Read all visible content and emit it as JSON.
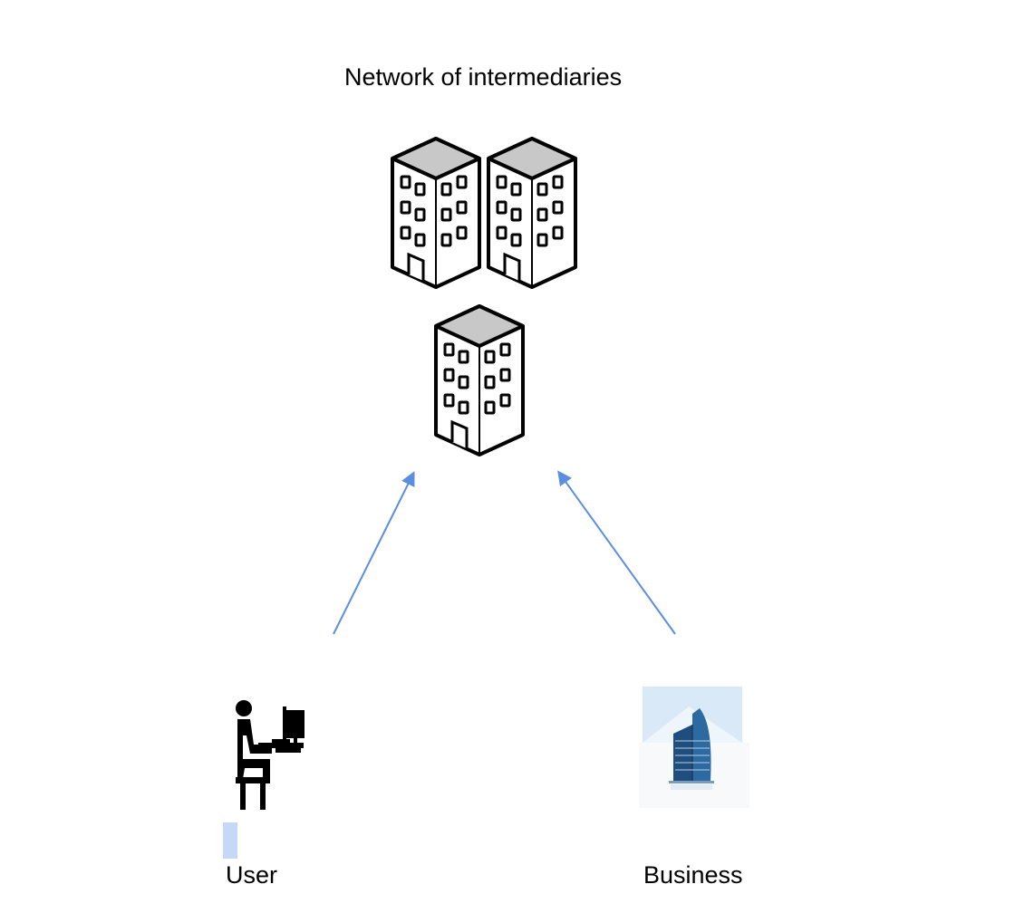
{
  "diagram": {
    "title": "Network of intermediaries",
    "nodes": {
      "intermediaries": {
        "icon": "office-building-icon",
        "count": 3
      },
      "user": {
        "label": "User",
        "icon": "person-at-computer-icon"
      },
      "business": {
        "label": "Business",
        "icon": "skyscraper-icon"
      }
    },
    "edges": [
      {
        "from": "user",
        "to": "intermediaries"
      },
      {
        "from": "business",
        "to": "intermediaries"
      }
    ],
    "colors": {
      "arrow": "#5b8ee0",
      "building_roof": "#c8c8c8",
      "building_outline": "#000000",
      "skyscraper": "#1f4e7e",
      "selection": "#c6d8f7"
    }
  }
}
